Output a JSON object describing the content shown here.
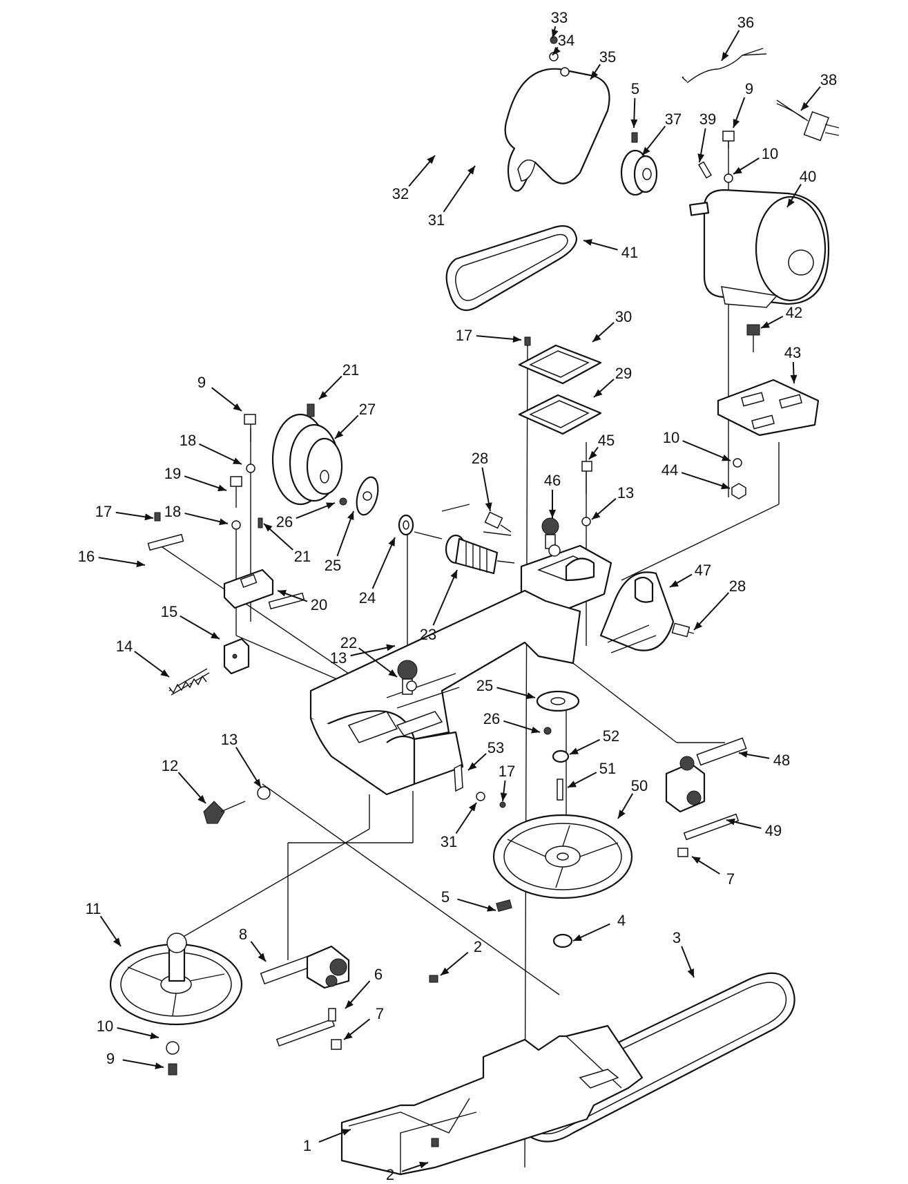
{
  "diagram": {
    "callouts": [
      {
        "id": "c33a",
        "label": "33"
      },
      {
        "id": "c34a",
        "label": "34"
      },
      {
        "id": "c35",
        "label": "35"
      },
      {
        "id": "c36",
        "label": "36"
      },
      {
        "id": "c38",
        "label": "38"
      },
      {
        "id": "c5a",
        "label": "5"
      },
      {
        "id": "c9a",
        "label": "9"
      },
      {
        "id": "c37",
        "label": "37"
      },
      {
        "id": "c39",
        "label": "39"
      },
      {
        "id": "c10a",
        "label": "10"
      },
      {
        "id": "c40",
        "label": "40"
      },
      {
        "id": "c32",
        "label": "32"
      },
      {
        "id": "c31a",
        "label": "31"
      },
      {
        "id": "c41",
        "label": "41"
      },
      {
        "id": "c17a",
        "label": "17"
      },
      {
        "id": "c30",
        "label": "30"
      },
      {
        "id": "c42",
        "label": "42"
      },
      {
        "id": "c43",
        "label": "43"
      },
      {
        "id": "c21a",
        "label": "21"
      },
      {
        "id": "c29",
        "label": "29"
      },
      {
        "id": "c9b",
        "label": "9"
      },
      {
        "id": "c27",
        "label": "27"
      },
      {
        "id": "c18a",
        "label": "18"
      },
      {
        "id": "c28a",
        "label": "28"
      },
      {
        "id": "c45",
        "label": "45"
      },
      {
        "id": "c10b",
        "label": "10"
      },
      {
        "id": "c44",
        "label": "44"
      },
      {
        "id": "c19",
        "label": "19"
      },
      {
        "id": "c46",
        "label": "46"
      },
      {
        "id": "c13a",
        "label": "13"
      },
      {
        "id": "c17b",
        "label": "17"
      },
      {
        "id": "c18b",
        "label": "18"
      },
      {
        "id": "c26a",
        "label": "26"
      },
      {
        "id": "c21b",
        "label": "21"
      },
      {
        "id": "c16",
        "label": "16"
      },
      {
        "id": "c25a",
        "label": "25"
      },
      {
        "id": "c24",
        "label": "24"
      },
      {
        "id": "c47",
        "label": "47"
      },
      {
        "id": "c28b",
        "label": "28"
      },
      {
        "id": "c20",
        "label": "20"
      },
      {
        "id": "c15",
        "label": "15"
      },
      {
        "id": "c22",
        "label": "22"
      },
      {
        "id": "c23",
        "label": "23"
      },
      {
        "id": "c14",
        "label": "14"
      },
      {
        "id": "c13b",
        "label": "13"
      },
      {
        "id": "c25b",
        "label": "25"
      },
      {
        "id": "c26b",
        "label": "26"
      },
      {
        "id": "c52",
        "label": "52"
      },
      {
        "id": "c13c",
        "label": "13"
      },
      {
        "id": "c53",
        "label": "53"
      },
      {
        "id": "c48",
        "label": "48"
      },
      {
        "id": "c12",
        "label": "12"
      },
      {
        "id": "c17c",
        "label": "17"
      },
      {
        "id": "c51",
        "label": "51"
      },
      {
        "id": "c50",
        "label": "50"
      },
      {
        "id": "c31b",
        "label": "31"
      },
      {
        "id": "c49",
        "label": "49"
      },
      {
        "id": "c7a",
        "label": "7"
      },
      {
        "id": "c5b",
        "label": "5"
      },
      {
        "id": "c4",
        "label": "4"
      },
      {
        "id": "c11",
        "label": "11"
      },
      {
        "id": "c8",
        "label": "8"
      },
      {
        "id": "c2a",
        "label": "2"
      },
      {
        "id": "c3",
        "label": "3"
      },
      {
        "id": "c6",
        "label": "6"
      },
      {
        "id": "c7b",
        "label": "7"
      },
      {
        "id": "c10c",
        "label": "10"
      },
      {
        "id": "c9c",
        "label": "9"
      },
      {
        "id": "c1",
        "label": "1"
      },
      {
        "id": "c2b",
        "label": "2"
      }
    ]
  }
}
